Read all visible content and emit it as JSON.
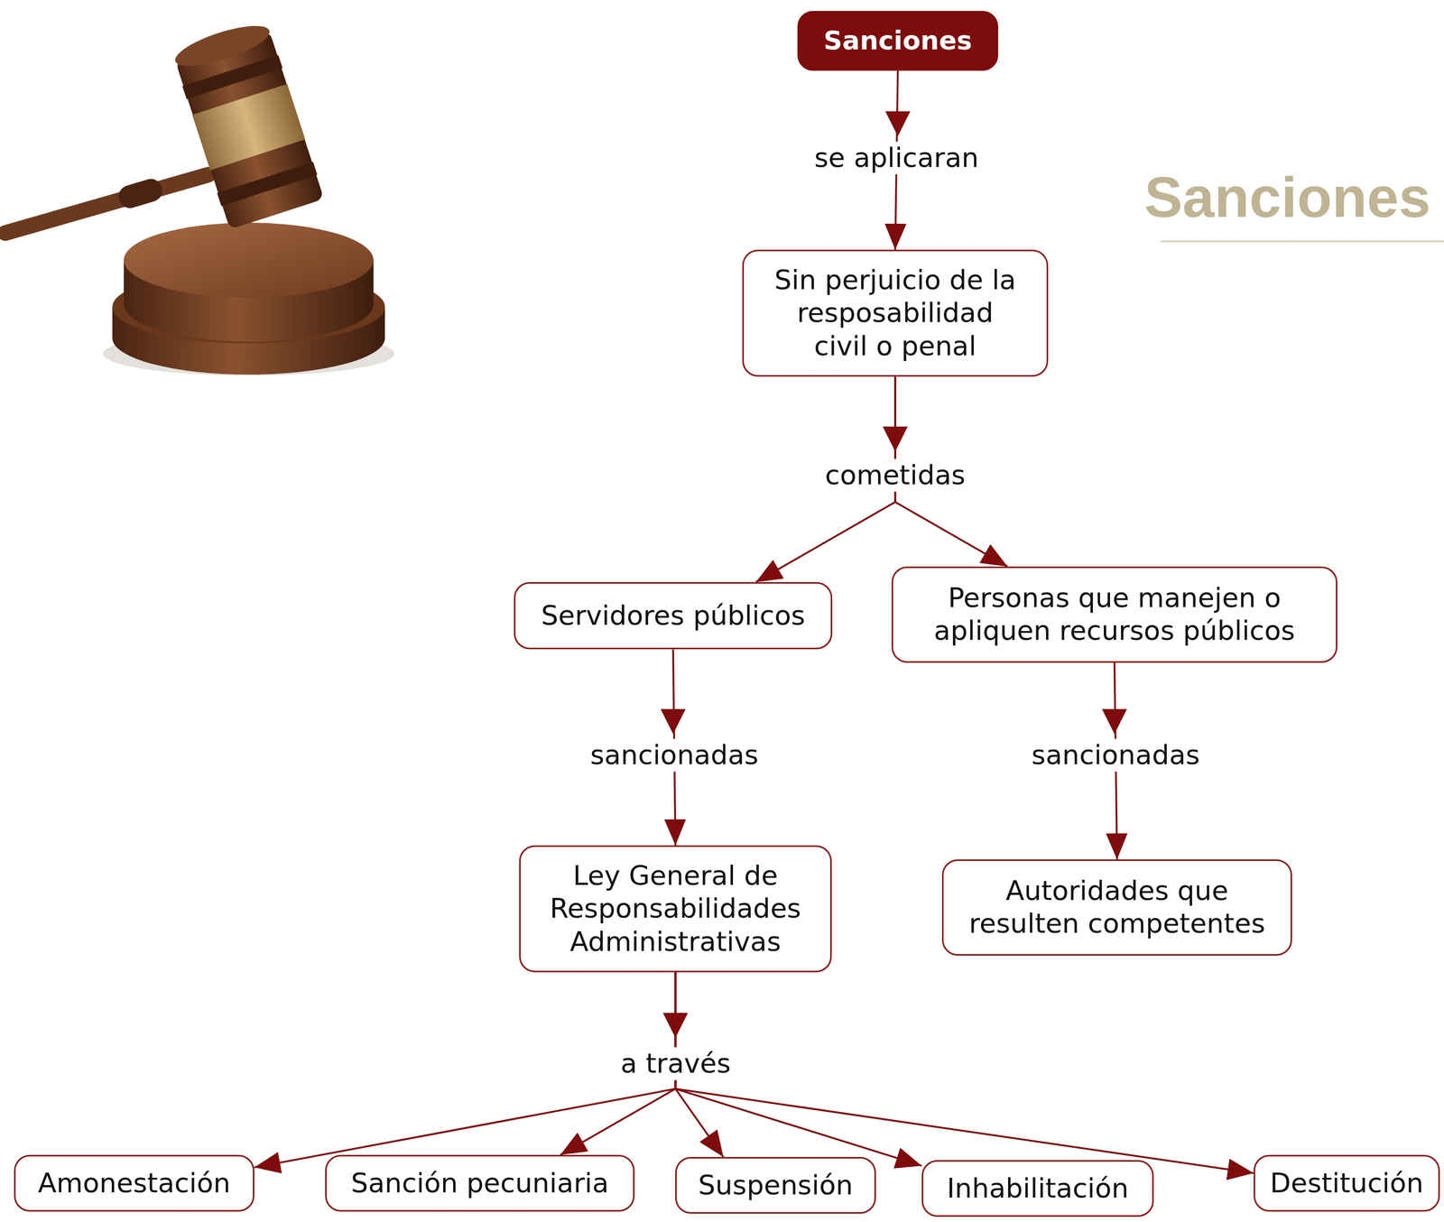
{
  "diagram": {
    "title": "Sanciones",
    "nodes": [
      {
        "text": [
          "Sanciones"
        ]
      },
      {
        "text": [
          "Sin perjuicio de la resposabilidad civil o penal"
        ]
      },
      {
        "text": [
          "Servidores públicos"
        ]
      },
      {
        "text": [
          "Personas que manejen o apliquen recursos públicos"
        ]
      },
      {
        "text": [
          "Ley General de Responsabilidades Administrativas"
        ]
      },
      {
        "text": [
          "Autoridades que resulten competentes"
        ]
      },
      {
        "text": [
          "Amonestación"
        ]
      },
      {
        "text": [
          "Sanción pecuniaria"
        ]
      },
      {
        "text": [
          "Suspensión"
        ]
      },
      {
        "text": [
          "Inhabilitación"
        ]
      },
      {
        "text": [
          "Destitución"
        ]
      }
    ],
    "edges": [
      {
        "from": 0,
        "to": 1,
        "label": "se aplicaran",
        "arrow": "to"
      },
      {
        "from": 1,
        "to": 2,
        "arrow": "to"
      },
      {
        "from": 1,
        "to": 3,
        "arrow": "to"
      },
      {
        "from": 2,
        "to": 4,
        "label": "sancionadas",
        "arrow": "to"
      },
      {
        "from": 3,
        "to": 5,
        "label": "sancionadas",
        "arrow": "to"
      },
      {
        "from": 4,
        "to": 6,
        "arrow": "to"
      },
      {
        "from": 4,
        "to": 7,
        "arrow": "to"
      },
      {
        "from": 4,
        "to": 8,
        "arrow": "to"
      },
      {
        "from": 4,
        "to": 9,
        "arrow": "to"
      },
      {
        "from": 4,
        "to": 10,
        "arrow": "to"
      }
    ],
    "labels": [
      "cometidas",
      "a través"
    ]
  }
}
